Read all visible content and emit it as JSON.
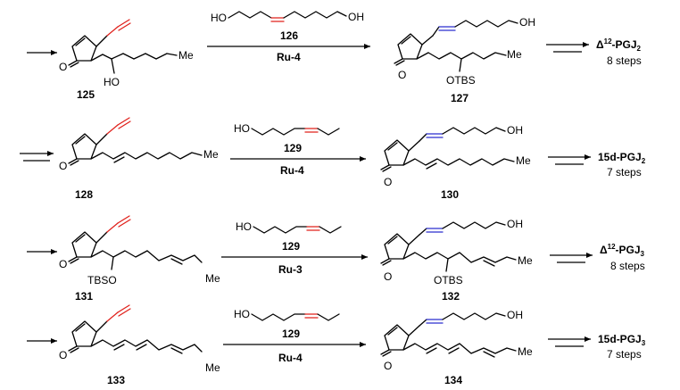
{
  "rows": [
    {
      "start_label": "125",
      "start_substituents": [
        "HO",
        "Me"
      ],
      "reagent_label": "126",
      "reagent_oh": [
        "HO",
        "OH"
      ],
      "catalyst": "Ru-4",
      "product_label": "127",
      "product_substituents": [
        "OH",
        "Me",
        "OTBS"
      ],
      "target_prefix": "Δ",
      "target_sup": "12",
      "target_main": "-PGJ",
      "target_sub": "2",
      "steps": "8 steps"
    },
    {
      "start_label": "128",
      "start_substituents": [
        "Me"
      ],
      "reagent_label": "129",
      "reagent_oh": [
        "HO"
      ],
      "catalyst": "Ru-4",
      "product_label": "130",
      "product_substituents": [
        "OH",
        "Me"
      ],
      "target_prefix": "15d",
      "target_sup": "",
      "target_main": "-PGJ",
      "target_sub": "2",
      "steps": "7 steps"
    },
    {
      "start_label": "131",
      "start_substituents": [
        "TBSO",
        "Me"
      ],
      "reagent_label": "129",
      "reagent_oh": [
        "HO"
      ],
      "catalyst": "Ru-3",
      "product_label": "132",
      "product_substituents": [
        "OH",
        "Me",
        "OTBS"
      ],
      "target_prefix": "Δ",
      "target_sup": "12",
      "target_main": "-PGJ",
      "target_sub": "3",
      "steps": "8 steps"
    },
    {
      "start_label": "133",
      "start_substituents": [
        "Me"
      ],
      "reagent_label": "129",
      "reagent_oh": [
        "HO"
      ],
      "catalyst": "Ru-4",
      "product_label": "134",
      "product_substituents": [
        "OH",
        "Me"
      ],
      "target_prefix": "15d",
      "target_sup": "",
      "target_main": "-PGJ",
      "target_sub": "3",
      "steps": "7 steps"
    }
  ],
  "ring_oxygen": "O",
  "colors": {
    "reacting_alkene": "#e0201b",
    "new_alkene": "#2b2fcf"
  }
}
